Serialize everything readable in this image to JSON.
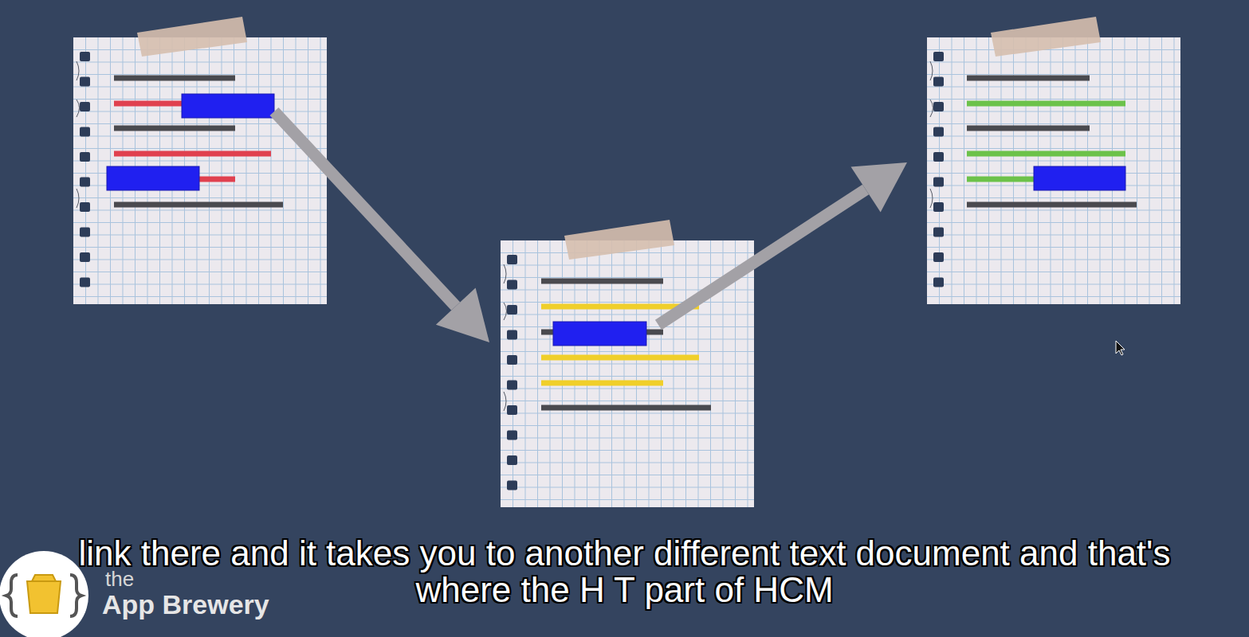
{
  "diagram": {
    "caption": "link there and it takes you to another different text document and that's where the H T part of HCM",
    "labels": [
      "the",
      "App Brewery"
    ]
  }
}
